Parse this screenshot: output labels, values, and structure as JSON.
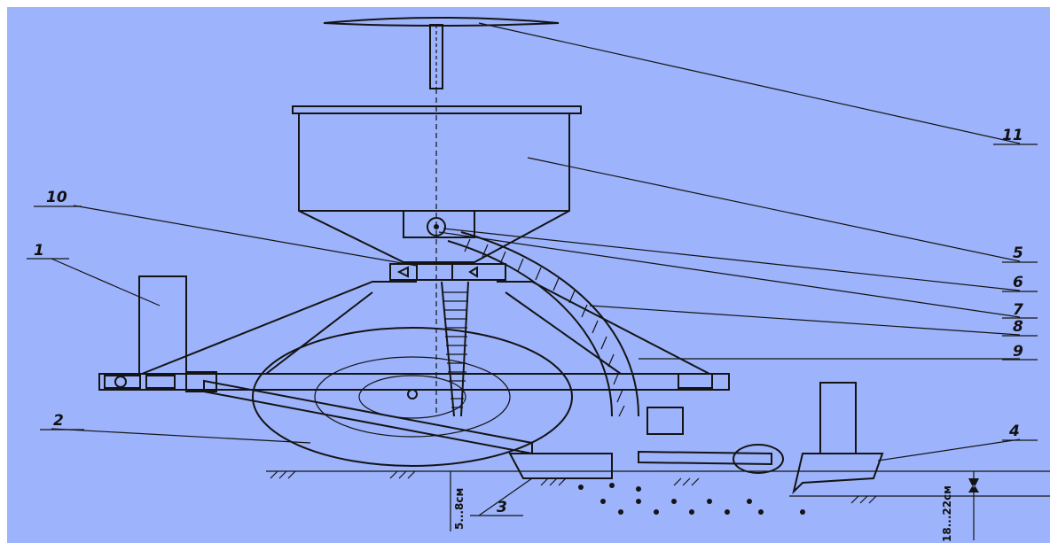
{
  "diagram": {
    "background_color": "#9db3fb",
    "line_color": "#141414",
    "callouts": [
      "1",
      "2",
      "3",
      "4",
      "5",
      "6",
      "7",
      "8",
      "9",
      "10",
      "11"
    ],
    "dimensions": {
      "seed_depth": "5...8см",
      "fert_depth": "18...22см"
    }
  }
}
